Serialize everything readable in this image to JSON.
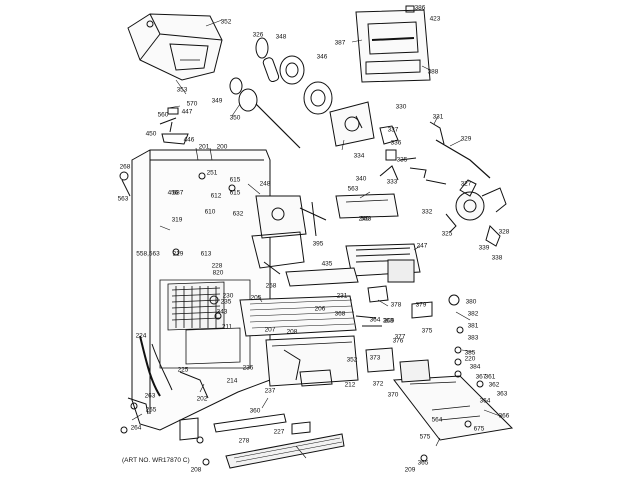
{
  "footer_note": "(ART NO. WR17870 C)",
  "part_numbers": [
    "352",
    "353",
    "326",
    "348",
    "346",
    "387",
    "386",
    "423",
    "388",
    "570",
    "447",
    "560",
    "349",
    "350",
    "450",
    "446",
    "330",
    "331",
    "336",
    "337",
    "334",
    "329",
    "335",
    "340",
    "333",
    "332",
    "327",
    "268",
    "251",
    "201",
    "200",
    "615",
    "248",
    "615",
    "612",
    "610",
    "632",
    "563",
    "687",
    "563",
    "456",
    "319",
    "613",
    "395",
    "563",
    "240",
    "558,563",
    "228",
    "820",
    "247",
    "435",
    "258",
    "231",
    "230",
    "235",
    "205",
    "206",
    "368",
    "364",
    "378",
    "379",
    "380",
    "382",
    "381",
    "383",
    "375",
    "376",
    "377",
    "384",
    "385",
    "220",
    "211",
    "207",
    "208",
    "209",
    "224",
    "343",
    "339",
    "338",
    "328",
    "325",
    "236",
    "237",
    "212",
    "214",
    "225",
    "219",
    "263",
    "265",
    "264",
    "202",
    "373",
    "372",
    "370",
    "367",
    "361",
    "362",
    "363",
    "364",
    "675",
    "366",
    "360",
    "227",
    "278",
    "564",
    "575",
    "365",
    "363",
    "208",
    "352",
    "209"
  ]
}
